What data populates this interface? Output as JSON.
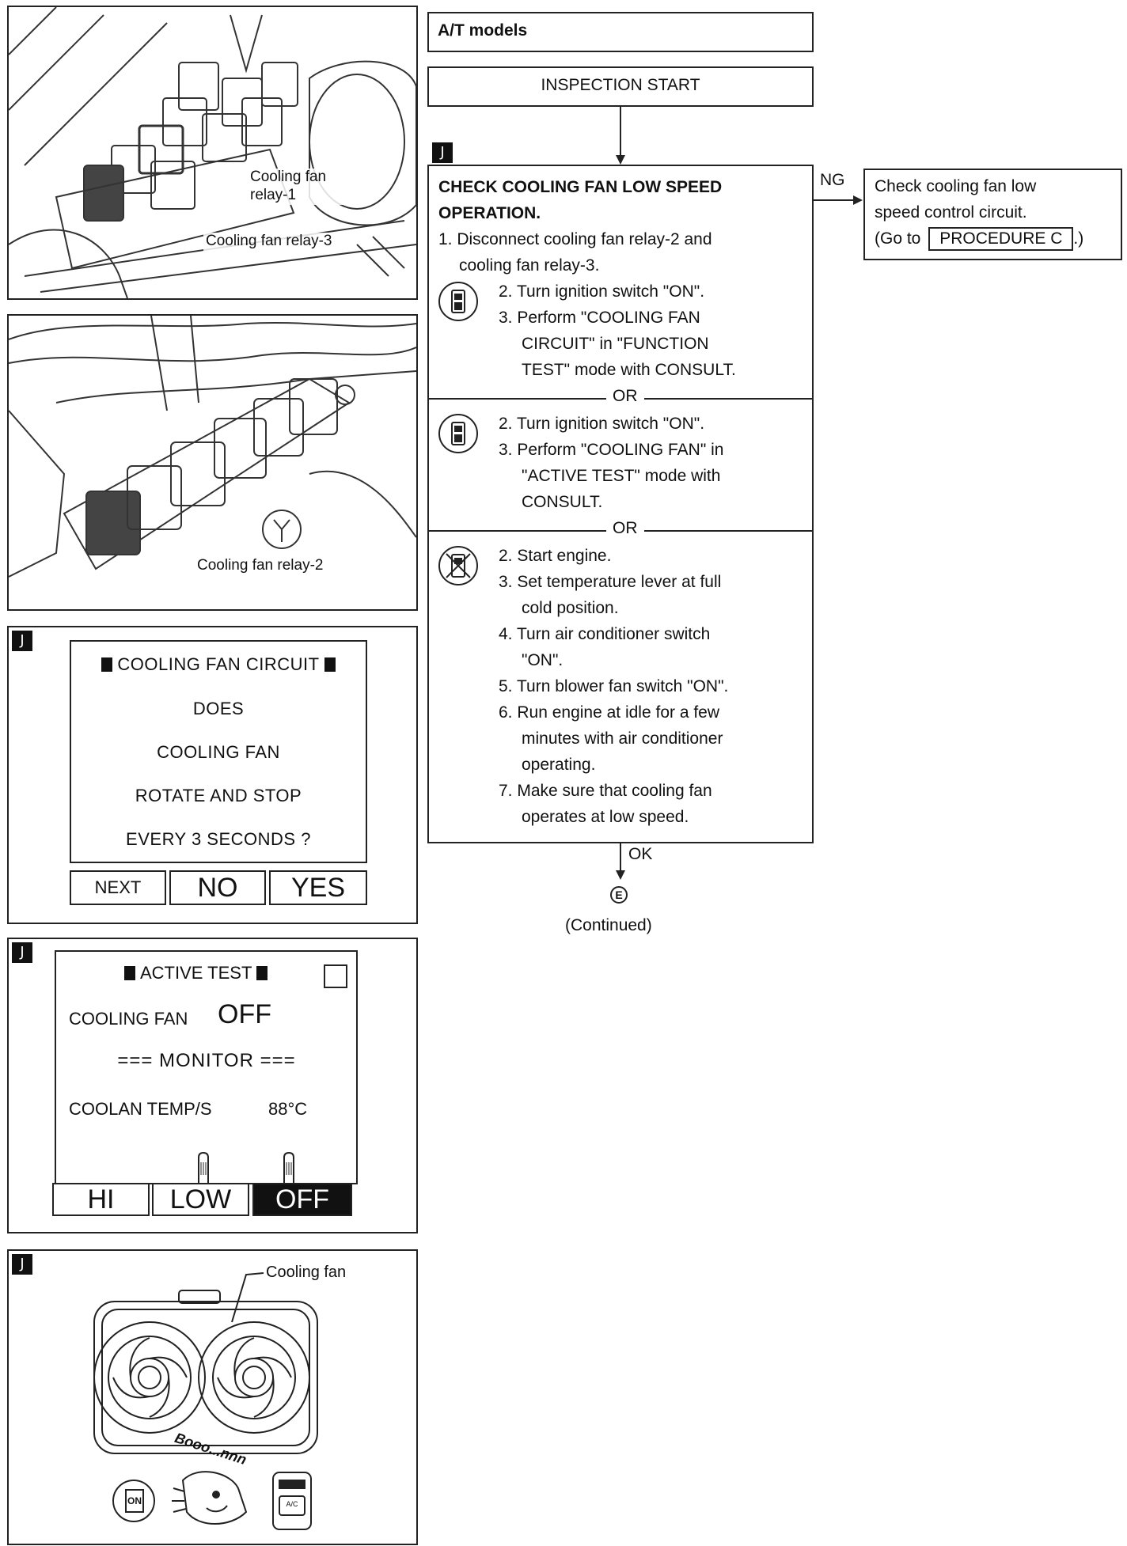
{
  "left": {
    "photo1": {
      "labels": [
        "Cooling fan relay-1",
        "Cooling fan relay-3"
      ]
    },
    "photo2": {
      "label": "Cooling fan relay-2"
    },
    "badge": "J",
    "function_test": {
      "title": "COOLING FAN CIRCUIT",
      "lines": [
        "DOES",
        "COOLING FAN",
        "ROTATE AND STOP",
        "EVERY 3 SECONDS ?"
      ],
      "buttons": [
        "NEXT",
        "NO",
        "YES"
      ]
    },
    "active_test": {
      "title": "ACTIVE TEST",
      "cooling_fan_label": "COOLING FAN",
      "cooling_fan_value": "OFF",
      "monitor": "=== MONITOR ===",
      "coolant_label": "COOLAN TEMP/S",
      "coolant_value": "88°C",
      "buttons": [
        "HI",
        "LOW",
        "OFF"
      ]
    },
    "fan_panel": {
      "callout": "Cooling fan",
      "sound": "Booo...nnn",
      "switch_on": "ON",
      "ac_label": "A/C"
    }
  },
  "flow": {
    "header": "A/T models",
    "start": "INSPECTION START",
    "badge": "J",
    "check_title": "CHECK COOLING FAN LOW SPEED OPERATION.",
    "step1a": "1. Disconnect cooling fan relay-2 and",
    "step1b": "cooling fan relay-3.",
    "group1": [
      {
        "n": "2.",
        "lines": [
          "Turn ignition switch \"ON\"."
        ]
      },
      {
        "n": "3.",
        "lines": [
          "Perform \"COOLING FAN",
          "CIRCUIT\" in \"FUNCTION",
          "TEST\" mode with CONSULT."
        ]
      }
    ],
    "or": "OR",
    "group2": [
      {
        "n": "2.",
        "lines": [
          "Turn ignition switch \"ON\"."
        ]
      },
      {
        "n": "3.",
        "lines": [
          "Perform \"COOLING FAN\" in",
          "\"ACTIVE TEST\" mode with",
          "CONSULT."
        ]
      }
    ],
    "group3": [
      {
        "n": "2.",
        "lines": [
          "Start engine."
        ]
      },
      {
        "n": "3.",
        "lines": [
          "Set temperature lever at full",
          "cold position."
        ]
      },
      {
        "n": "4.",
        "lines": [
          "Turn air conditioner switch",
          "\"ON\"."
        ]
      },
      {
        "n": "5.",
        "lines": [
          "Turn blower fan switch \"ON\"."
        ]
      },
      {
        "n": "6.",
        "lines": [
          "Run engine at idle for a few",
          "minutes with air conditioner",
          "operating."
        ]
      },
      {
        "n": "7.",
        "lines": [
          "Make sure that cooling fan",
          "operates at low speed."
        ]
      }
    ],
    "ng": "NG",
    "ng_box_lines": [
      "Check cooling fan low",
      "speed control circuit."
    ],
    "ng_goto_prefix": "(Go to",
    "ng_goto_ref": "PROCEDURE C",
    "ng_goto_suffix": ".)",
    "ok": "OK",
    "connector": "E",
    "continued": "(Continued)"
  }
}
